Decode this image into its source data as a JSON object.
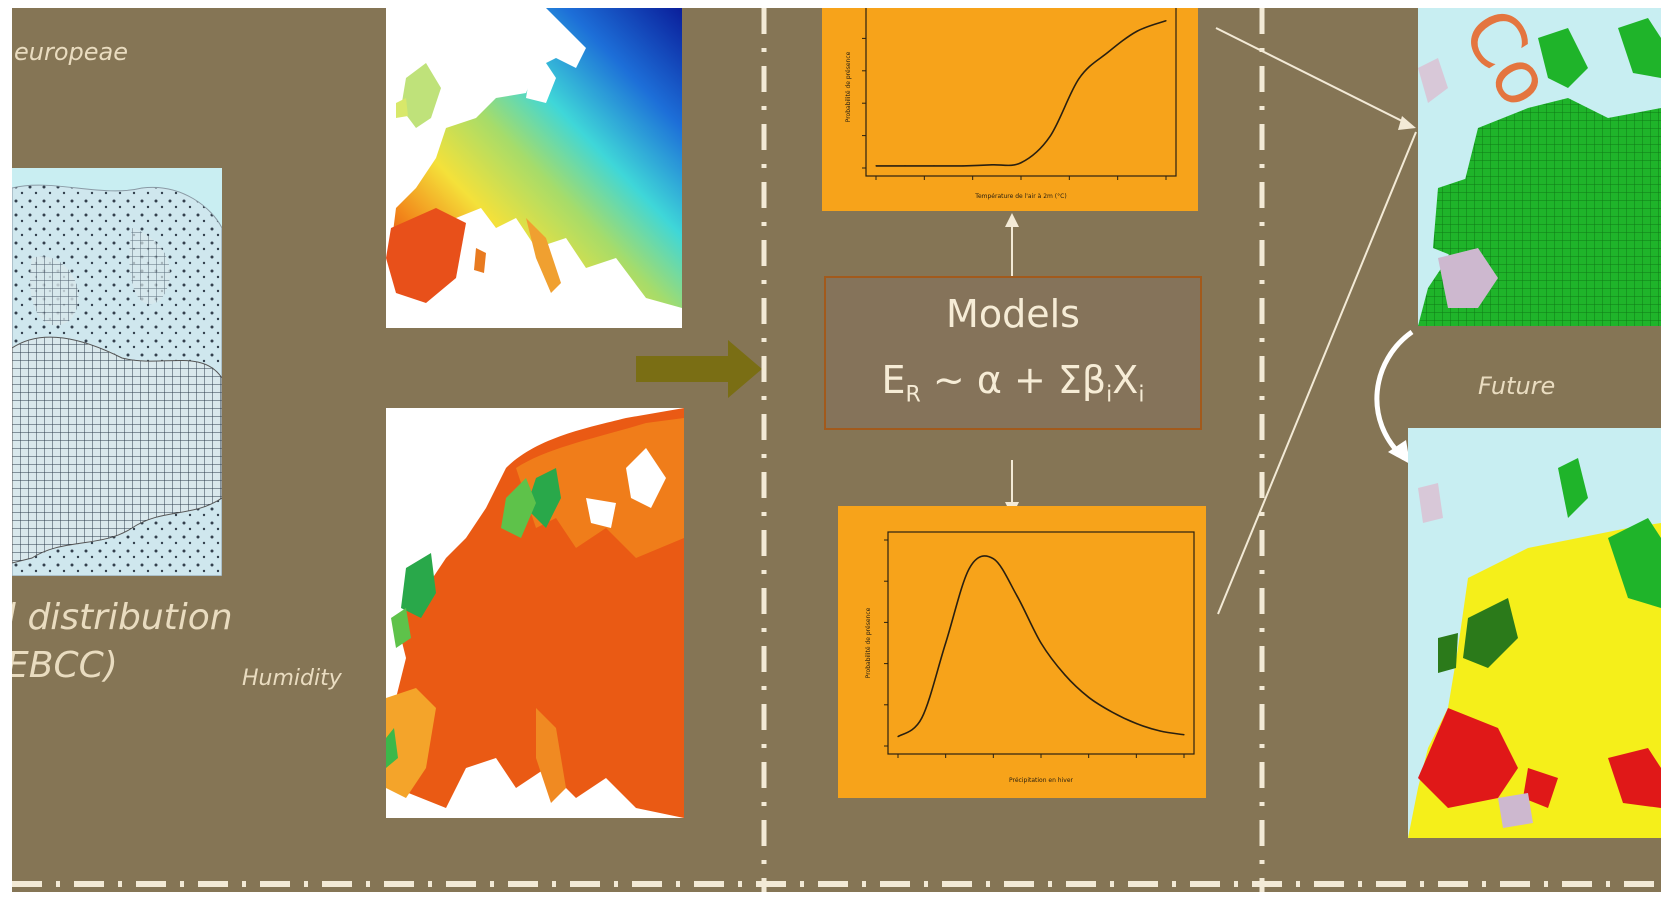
{
  "labels": {
    "top_left": "europeae",
    "distribution_line1": "l distribution",
    "distribution_line2": "EBCC)",
    "humidity": "Humidity",
    "future": "Future"
  },
  "model": {
    "title": "Models",
    "formula_prefix": "E",
    "formula_sub": "R",
    "formula_middle": " ~ α + Σβ",
    "formula_sub2": "i",
    "formula_var": "X",
    "formula_sub3": "i"
  },
  "watermark": "Co",
  "colors": {
    "background": "#857555",
    "chart_panel": "#f7a31a",
    "arrow": "#7a6e14",
    "model_border": "#a25a1c"
  },
  "chart_data": [
    {
      "type": "line",
      "description_shape": "sigmoid",
      "x": [
        0,
        1,
        2,
        3,
        4,
        5,
        6,
        7,
        8,
        9,
        10
      ],
      "y": [
        0.02,
        0.02,
        0.02,
        0.02,
        0.03,
        0.05,
        0.3,
        0.85,
        1.1,
        1.3,
        1.4
      ],
      "xlabel": "Température de l'air à 2m (°C)",
      "ylabel": "Probabilité de présence"
    },
    {
      "type": "line",
      "description_shape": "skewed-bell",
      "x": [
        0,
        1,
        2,
        3,
        4,
        5,
        6,
        7,
        8,
        9,
        10,
        11,
        12
      ],
      "y": [
        0.05,
        0.15,
        0.55,
        0.95,
        1.0,
        0.8,
        0.55,
        0.38,
        0.26,
        0.18,
        0.12,
        0.08,
        0.06
      ],
      "xlabel": "Précipitation en hiver",
      "ylabel": "Probabilité de présence"
    }
  ]
}
